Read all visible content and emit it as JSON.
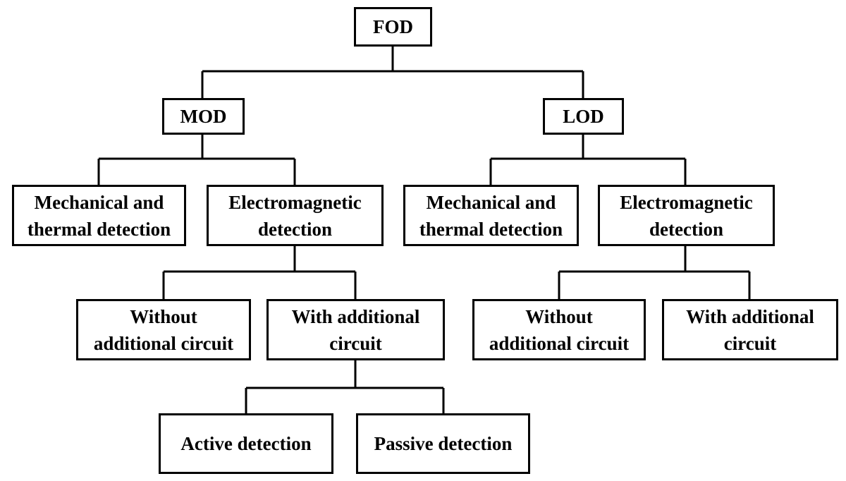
{
  "nodes": {
    "fod": "FOD",
    "mod": "MOD",
    "lod": "LOD",
    "mod_mech": "Mechanical and\nthermal detection",
    "mod_em": "Electromagnetic\ndetection",
    "lod_mech": "Mechanical and\nthermal detection",
    "lod_em": "Electromagnetic\ndetection",
    "mod_without": "Without\nadditional circuit",
    "mod_with": "With additional\ncircuit",
    "lod_without": "Without\nadditional circuit",
    "lod_with": "With additional\ncircuit",
    "active": "Active detection",
    "passive": "Passive detection"
  }
}
